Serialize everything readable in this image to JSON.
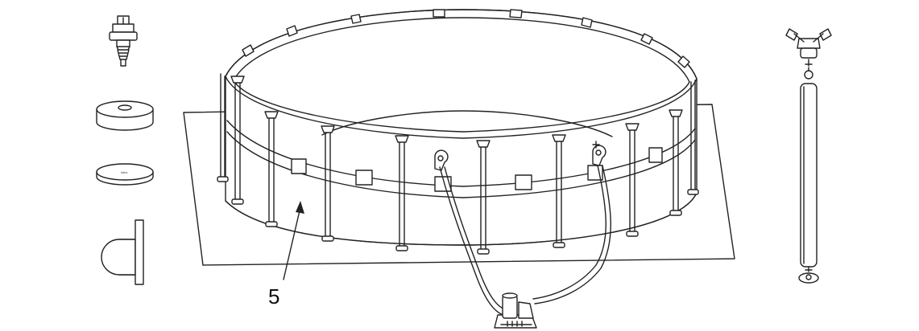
{
  "diagram": {
    "callout": {
      "label": "5"
    },
    "parts": [
      {
        "id": "valve-adapter",
        "icon": "hose-adapter-icon"
      },
      {
        "id": "pad-thick",
        "icon": "round-pad-icon"
      },
      {
        "id": "pad-thin",
        "icon": "round-disc-icon"
      },
      {
        "id": "t-joint",
        "icon": "t-joint-icon"
      },
      {
        "id": "pool",
        "icon": "above-ground-pool-icon"
      },
      {
        "id": "filter-pump",
        "icon": "filter-pump-icon"
      },
      {
        "id": "vertical-leg",
        "icon": "vertical-leg-icon"
      }
    ]
  }
}
